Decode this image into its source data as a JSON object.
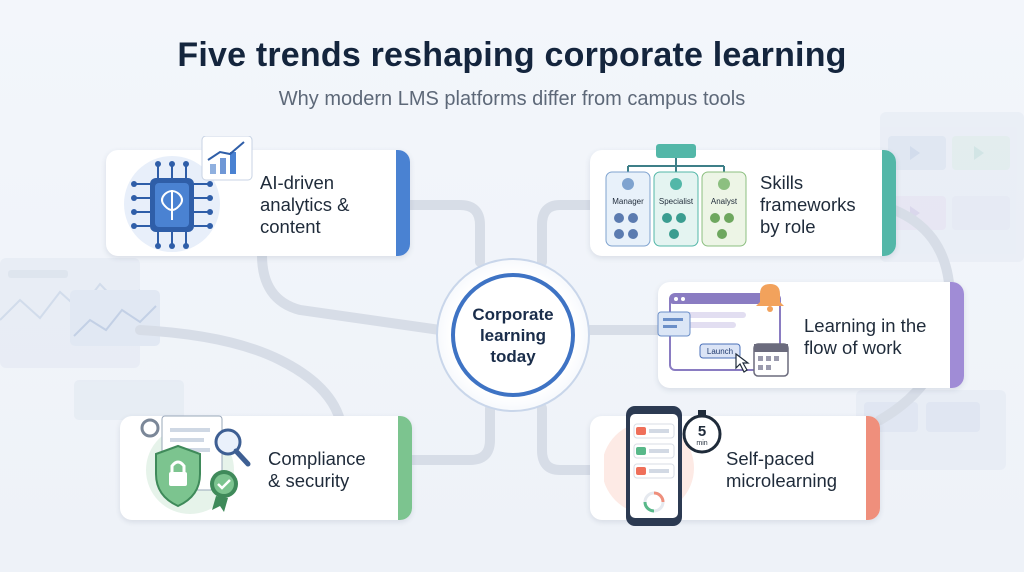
{
  "header": {
    "title": "Five trends reshaping corporate learning",
    "subtitle": "Why modern LMS platforms differ from campus tools"
  },
  "hub": {
    "label": "Corporate learning today"
  },
  "cards": {
    "ai": {
      "label_lines": [
        "AI-driven",
        "analytics &",
        "content"
      ],
      "accent": "#4a82d2"
    },
    "skills": {
      "label_lines": [
        "Skills",
        "frameworks",
        "by role"
      ],
      "accent": "#53b7a8",
      "roles": [
        "Manager",
        "Specialist",
        "Analyst"
      ]
    },
    "flow": {
      "label_lines": [
        "Learning in the",
        "flow of work"
      ],
      "accent": "#a08cd6",
      "button": "Launch"
    },
    "compliance": {
      "label_lines": [
        "Compliance",
        "& security"
      ],
      "accent": "#7cc48f"
    },
    "micro": {
      "label_lines": [
        "Self-paced",
        "microlearning"
      ],
      "accent": "#ef8f7c",
      "timer_value": "5",
      "timer_unit": "min"
    }
  },
  "colors": {
    "title": "#14253d",
    "hub_ring": "#3e73c4",
    "connector": "#d7dde7"
  }
}
